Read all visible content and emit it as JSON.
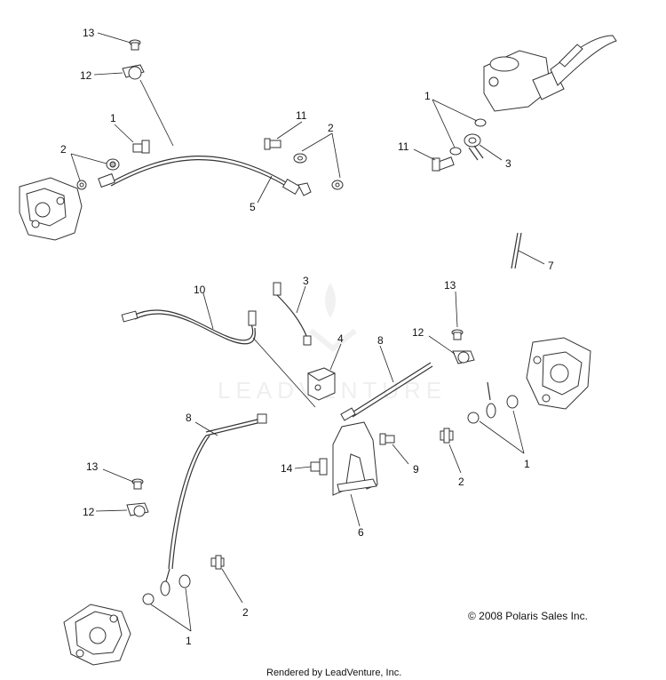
{
  "callouts": {
    "c13a": "13",
    "c12a": "12",
    "c1a": "1",
    "c2a": "2",
    "c11a": "11",
    "c2b": "2",
    "c5": "5",
    "c1b": "1",
    "c11b": "11",
    "c3a": "3",
    "c7": "7",
    "c10": "10",
    "c3b": "3",
    "c4": "4",
    "c13b": "13",
    "c12b": "12",
    "c8a": "8",
    "c8b": "8",
    "c14": "14",
    "c9": "9",
    "c2c": "2",
    "c1c": "1",
    "c6": "6",
    "c13c": "13",
    "c12c": "12",
    "c2d": "2",
    "c1d": "1"
  },
  "watermark": "LEADVENTURE",
  "copyright": "© 2008 Polaris Sales Inc.",
  "footer": "Rendered by LeadVenture, Inc."
}
